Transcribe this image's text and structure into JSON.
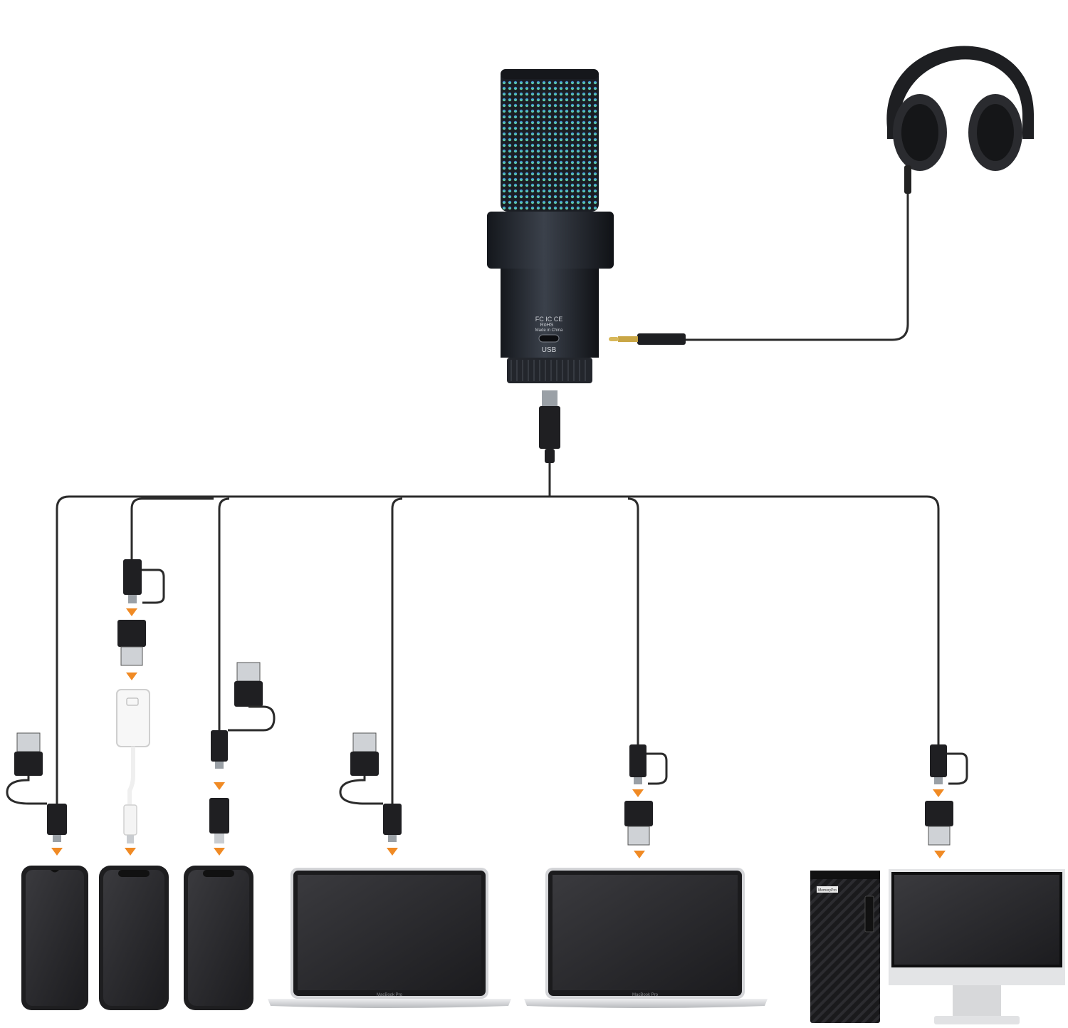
{
  "mic": {
    "port_label": "USB",
    "cert_marks": "FC IC CE",
    "rohs_text": "RoHS",
    "made_in": "Made in China"
  },
  "laptop_brand": "MacBook Pro",
  "pc_brand": "MemoryPro",
  "colors": {
    "cable": "#2b2b2b",
    "arrow": "#f08a24",
    "device_body": "#1e1e20",
    "screen": "#2a2a2c",
    "silver": "#d9dadc"
  },
  "icons": [
    "microphone-icon",
    "headphones-icon",
    "usb-c-plug-icon",
    "aux-jack-icon",
    "usb-a-plug-icon",
    "lightning-adapter-icon",
    "smartphone-icon",
    "laptop-icon",
    "desktop-tower-icon",
    "monitor-icon",
    "arrow-down-icon"
  ]
}
